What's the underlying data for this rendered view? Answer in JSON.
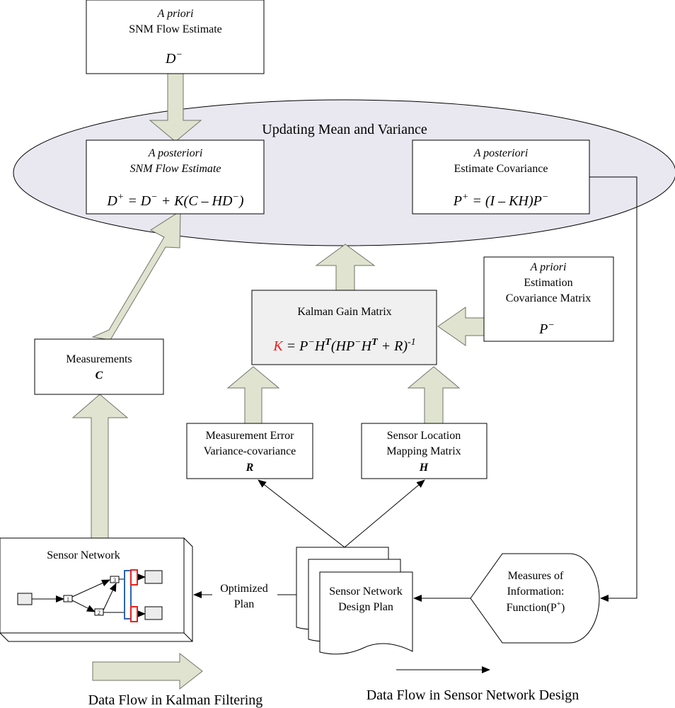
{
  "ellipse": {
    "title": "Updating Mean and Variance"
  },
  "a_priori_snm": {
    "line1": "A priori",
    "line2": "SNM Flow Estimate",
    "symbol_base": "D",
    "symbol_sup": "−"
  },
  "posterior_flow": {
    "line1": "A posteriori",
    "line2": "SNM Flow Estimate",
    "f_lhs": "D",
    "f_lhs_sup": "+",
    "f_eq": " = D",
    "f_eq_sup": "−",
    "f_rest": " + K(C – HD",
    "f_rest_sup": "−",
    "f_close": ")"
  },
  "posterior_cov": {
    "line1": "A posteriori",
    "line2": "Estimate Covariance",
    "f_lhs": "P",
    "f_lhs_sup": "+",
    "f_eq": " = (I – KH)P",
    "f_eq_sup": "−"
  },
  "a_priori_cov": {
    "line1": "A priori",
    "line2": "Estimation",
    "line3": "Covariance Matrix",
    "symbol_base": "P",
    "symbol_sup": "−"
  },
  "kalman": {
    "title": "Kalman Gain Matrix",
    "k": "K",
    "eq": " = P",
    "s1": "−",
    "h": "H",
    "t1": "T",
    "open": "(HP",
    "s2": "−",
    "h2": "H",
    "t2": "T",
    "plus": " + R)",
    "inv": "-1",
    "k_color": "#e8211f"
  },
  "measurements": {
    "line1": "Measurements",
    "symbol": "C"
  },
  "meas_error": {
    "line1": "Measurement Error",
    "line2": "Variance-covariance",
    "symbol": "R"
  },
  "sensor_loc": {
    "line1": "Sensor Location",
    "line2": "Mapping Matrix",
    "symbol": "H"
  },
  "sensor_network": {
    "title": "Sensor Network",
    "node1": "1",
    "node2": "2",
    "node3": "3"
  },
  "design_plan": {
    "line1": "Sensor Network",
    "line2": "Design Plan"
  },
  "optimized_plan": {
    "line1": "Optimized",
    "line2": "Plan"
  },
  "measures_info": {
    "line1": "Measures of",
    "line2": "Information:",
    "func": "Function(P",
    "func_sup": "+",
    "func_close": ")"
  },
  "legend": {
    "kalman_label": "Data Flow in Kalman Filtering",
    "design_label": "Data Flow in Sensor Network Design"
  },
  "colors": {
    "fat_arrow_fill": "#dfe3d0",
    "ellipse_fill": "#e9e7ef",
    "kalman_box_fill": "#f0f0f0",
    "accent_red": "#e8211f",
    "accent_blue": "#2e63b5"
  }
}
